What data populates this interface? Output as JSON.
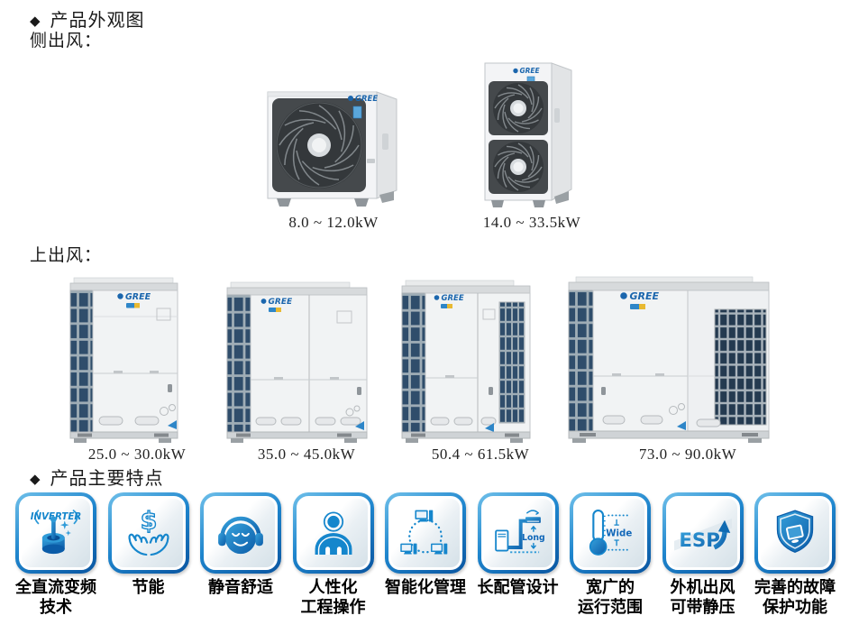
{
  "page": {
    "bullet": "◆",
    "appearance_heading": "产品外观图",
    "side_outlet_label": "侧出风：",
    "top_outlet_label": "上出风：",
    "features_heading": "产品主要特点"
  },
  "brand": {
    "name": "GREE",
    "logo_color": "#1b66ad"
  },
  "side_outlet_units": [
    {
      "name": "single-fan-side-outlet-unit",
      "capacity_range": "8.0 ~ 12.0kW"
    },
    {
      "name": "dual-fan-side-outlet-unit",
      "capacity_range": "14.0 ~ 33.5kW"
    }
  ],
  "top_outlet_units": [
    {
      "name": "single-module-top-outlet-unit",
      "capacity_range": "25.0 ~ 30.0kW"
    },
    {
      "name": "two-module-top-outlet-unit",
      "capacity_range": "35.0 ~ 45.0kW"
    },
    {
      "name": "two-module-top-outlet-unit-with-grille",
      "capacity_range": "50.4 ~ 61.5kW"
    },
    {
      "name": "large-dual-module-top-outlet-unit",
      "capacity_range": "73.0 ~ 90.0kW"
    }
  ],
  "features": [
    {
      "icon": "inverter-motor-icon",
      "icon_text": "INVERTER",
      "label1": "全直流变频",
      "label2": "技术"
    },
    {
      "icon": "hands-dollar-icon",
      "icon_text": "$",
      "label1": "节能",
      "label2": ""
    },
    {
      "icon": "headphones-smiley-icon",
      "label1": "静音舒适",
      "label2": ""
    },
    {
      "icon": "person-icon",
      "label1": "人性化",
      "label2": "工程操作"
    },
    {
      "icon": "networked-computers-icon",
      "label1": "智能化管理",
      "label2": ""
    },
    {
      "icon": "long-piping-icon",
      "icon_text": "Long",
      "label1": "长配管设计",
      "label2": ""
    },
    {
      "icon": "thermometer-wide-icon",
      "icon_text": "Wide",
      "label1": "宽广的",
      "label2": "运行范围"
    },
    {
      "icon": "esp-up-arrow-icon",
      "icon_text": "ESP",
      "label1": "外机出风",
      "label2": "可带静压"
    },
    {
      "icon": "shield-monitor-icon",
      "label1": "完善的故障",
      "label2": "保护功能"
    }
  ],
  "colors": {
    "feature_blue": "#1586cc",
    "tile_border_blue": "#0a55a0"
  }
}
